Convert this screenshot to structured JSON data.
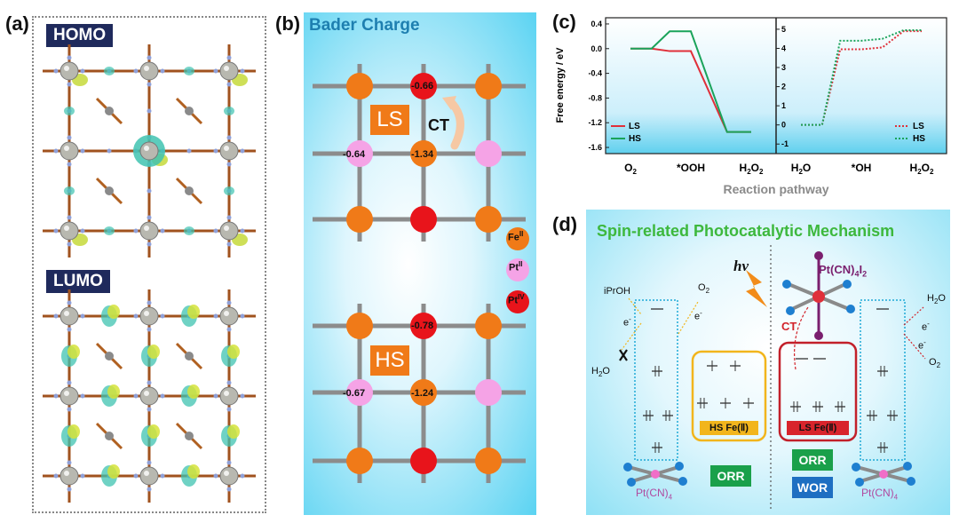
{
  "panels": {
    "a": {
      "label": "(a)",
      "homo": "HOMO",
      "lumo": "LUMO"
    },
    "b": {
      "label": "(b)",
      "title": "Bader Charge",
      "ls": "LS",
      "hs": "HS",
      "ct": "CT",
      "charges_ls": [
        "-0.66",
        "-0.64",
        "-1.34"
      ],
      "charges_hs": [
        "-0.78",
        "-0.67",
        "-1.24"
      ],
      "legend": {
        "fe": "Fe",
        "fe_sup": "II",
        "pt2": "Pt",
        "pt2_sup": "II",
        "pt4": "Pt",
        "pt4_sup": "IV"
      },
      "colors": {
        "fe": "#f07a18",
        "pt2": "#f5a3e6",
        "pt4": "#e8141b",
        "grid": "#8c8c8c"
      }
    },
    "c": {
      "label": "(c)",
      "ylabel": "Free energy / eV",
      "xlabel": "Reaction pathway",
      "left_ticks": [
        "0.4",
        "0.0",
        "-0.4",
        "-0.8",
        "-1.2",
        "-1.6"
      ],
      "right_ticks": [
        "5",
        "4",
        "3",
        "2",
        "1",
        "0",
        "-1"
      ],
      "left_x": [
        "O",
        "*OOH",
        "H",
        "O"
      ],
      "x_labels": {
        "o2": "O",
        "o2_sub": "2",
        "ooh": "*OOH",
        "h2o2_h": "H",
        "h2o2_sub1": "2",
        "h2o2_o": "O",
        "h2o2_sub2": "2",
        "h2o_h": "H",
        "h2o_sub": "2",
        "h2o_o": "O",
        "oh": "*OH",
        "h2o2b_h": "H",
        "h2o2b_sub1": "2",
        "h2o2b_o": "O",
        "h2o2b_sub2": "2"
      },
      "legend_left": [
        "LS",
        "HS"
      ],
      "legend_right": [
        "LS",
        "HS"
      ]
    },
    "d": {
      "label": "(d)",
      "title": "Spin-related Photocatalytic Mechanism",
      "hv": "hv",
      "iproh": "iPrOH",
      "o2": "O",
      "o2_sub": "2",
      "h2o_h": "H",
      "h2o_sub": "2",
      "h2o_o": "O",
      "eminus": "e",
      "eminus_sup": "-",
      "ct": "CT",
      "ptcn4i2": "Pt(CN)",
      "ptcn4i2_sub": "4",
      "ptcn4i2_i": "I",
      "ptcn4i2_sub2": "2",
      "ptcn4_left": "Pt(CN)",
      "ptcn4_left_sub": "4",
      "ptcn4_right": "Pt(CN)",
      "ptcn4_right_sub": "4",
      "hs_fe": "HS Fe(Ⅱ)",
      "ls_fe": "LS Fe(Ⅱ)",
      "orr1": "ORR",
      "orr2": "ORR",
      "wor": "WOR",
      "right_h2o_h": "H",
      "right_h2o_sub": "2",
      "right_h2o_o": "O",
      "right_o2": "O",
      "right_o2_sub": "2"
    }
  },
  "chart_data": {
    "type": "line",
    "ylabel": "Free energy / eV",
    "xlabel": "Reaction pathway",
    "left": {
      "categories": [
        "O2",
        "*OOH",
        "H2O2"
      ],
      "ylim": [
        -1.7,
        0.5
      ],
      "series": [
        {
          "name": "LS",
          "color": "#e0303a",
          "x": [
            0,
            0.35,
            0.65,
            1,
            1.6,
            2
          ],
          "y": [
            0,
            0,
            -0.04,
            -0.04,
            -1.35,
            -1.35
          ]
        },
        {
          "name": "HS",
          "color": "#1aa35a",
          "x": [
            0,
            0.35,
            0.65,
            1,
            1.6,
            2
          ],
          "y": [
            0,
            0,
            0.28,
            0.28,
            -1.35,
            -1.35
          ]
        }
      ]
    },
    "right": {
      "categories": [
        "H2O",
        "*OH",
        "H2O2"
      ],
      "ylim": [
        -1.5,
        5.6
      ],
      "series": [
        {
          "name": "LS",
          "color": "#e0303a",
          "dashed": true,
          "x": [
            0,
            0.35,
            0.65,
            1,
            1.35,
            1.7,
            2
          ],
          "y": [
            0,
            0,
            3.95,
            3.95,
            4.05,
            4.9,
            4.9
          ]
        },
        {
          "name": "HS",
          "color": "#1aa35a",
          "dashed": true,
          "x": [
            0,
            0.35,
            0.65,
            1,
            1.35,
            1.7,
            2
          ],
          "y": [
            0,
            0,
            4.4,
            4.4,
            4.5,
            4.95,
            4.95
          ]
        }
      ]
    }
  }
}
